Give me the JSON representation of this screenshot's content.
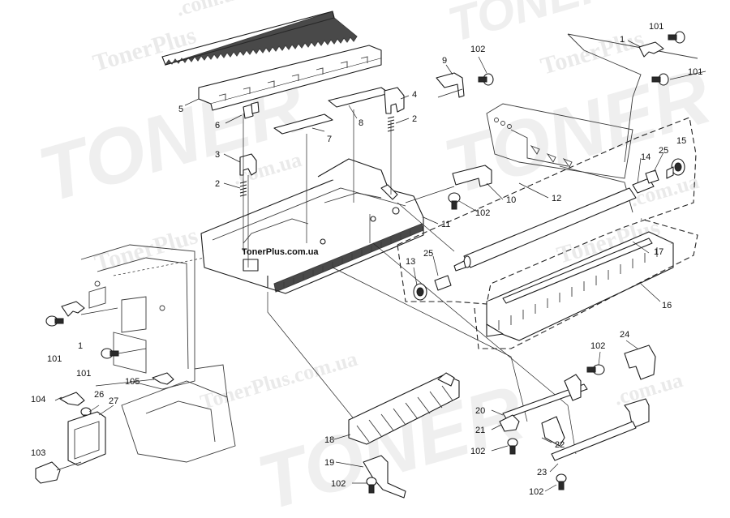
{
  "watermarks": {
    "brand_small": "TonerPlus",
    "brand_large": "TONER",
    "domain_text": "TonerPlus.com.ua",
    "domain_suffix": ".com.ua"
  },
  "site_label": "TonerPlus.com.ua",
  "callouts": [
    {
      "id": "c-5",
      "text": "5"
    },
    {
      "id": "c-6",
      "text": "6"
    },
    {
      "id": "c-3",
      "text": "3"
    },
    {
      "id": "c-2a",
      "text": "2"
    },
    {
      "id": "c-7",
      "text": "7"
    },
    {
      "id": "c-8",
      "text": "8"
    },
    {
      "id": "c-4",
      "text": "4"
    },
    {
      "id": "c-2b",
      "text": "2"
    },
    {
      "id": "c-9",
      "text": "9"
    },
    {
      "id": "c-102a",
      "text": "102"
    },
    {
      "id": "c-1a",
      "text": "1"
    },
    {
      "id": "c-101a",
      "text": "101"
    },
    {
      "id": "c-101b",
      "text": "101"
    },
    {
      "id": "c-14",
      "text": "14"
    },
    {
      "id": "c-25a",
      "text": "25"
    },
    {
      "id": "c-15",
      "text": "15"
    },
    {
      "id": "c-12",
      "text": "12"
    },
    {
      "id": "c-10",
      "text": "10"
    },
    {
      "id": "c-102b",
      "text": "102"
    },
    {
      "id": "c-11",
      "text": "11"
    },
    {
      "id": "c-13",
      "text": "13"
    },
    {
      "id": "c-25b",
      "text": "25"
    },
    {
      "id": "c-17",
      "text": "17"
    },
    {
      "id": "c-16",
      "text": "16"
    },
    {
      "id": "c-101c",
      "text": "101"
    },
    {
      "id": "c-1b",
      "text": "1"
    },
    {
      "id": "c-101d",
      "text": "101"
    },
    {
      "id": "c-105",
      "text": "105"
    },
    {
      "id": "c-104",
      "text": "104"
    },
    {
      "id": "c-26",
      "text": "26"
    },
    {
      "id": "c-27",
      "text": "27"
    },
    {
      "id": "c-103",
      "text": "103"
    },
    {
      "id": "c-18",
      "text": "18"
    },
    {
      "id": "c-19",
      "text": "19"
    },
    {
      "id": "c-102c",
      "text": "102"
    },
    {
      "id": "c-24",
      "text": "24"
    },
    {
      "id": "c-102d",
      "text": "102"
    },
    {
      "id": "c-20",
      "text": "20"
    },
    {
      "id": "c-21",
      "text": "21"
    },
    {
      "id": "c-102e",
      "text": "102"
    },
    {
      "id": "c-22",
      "text": "22"
    },
    {
      "id": "c-23",
      "text": "23"
    },
    {
      "id": "c-102f",
      "text": "102"
    }
  ]
}
